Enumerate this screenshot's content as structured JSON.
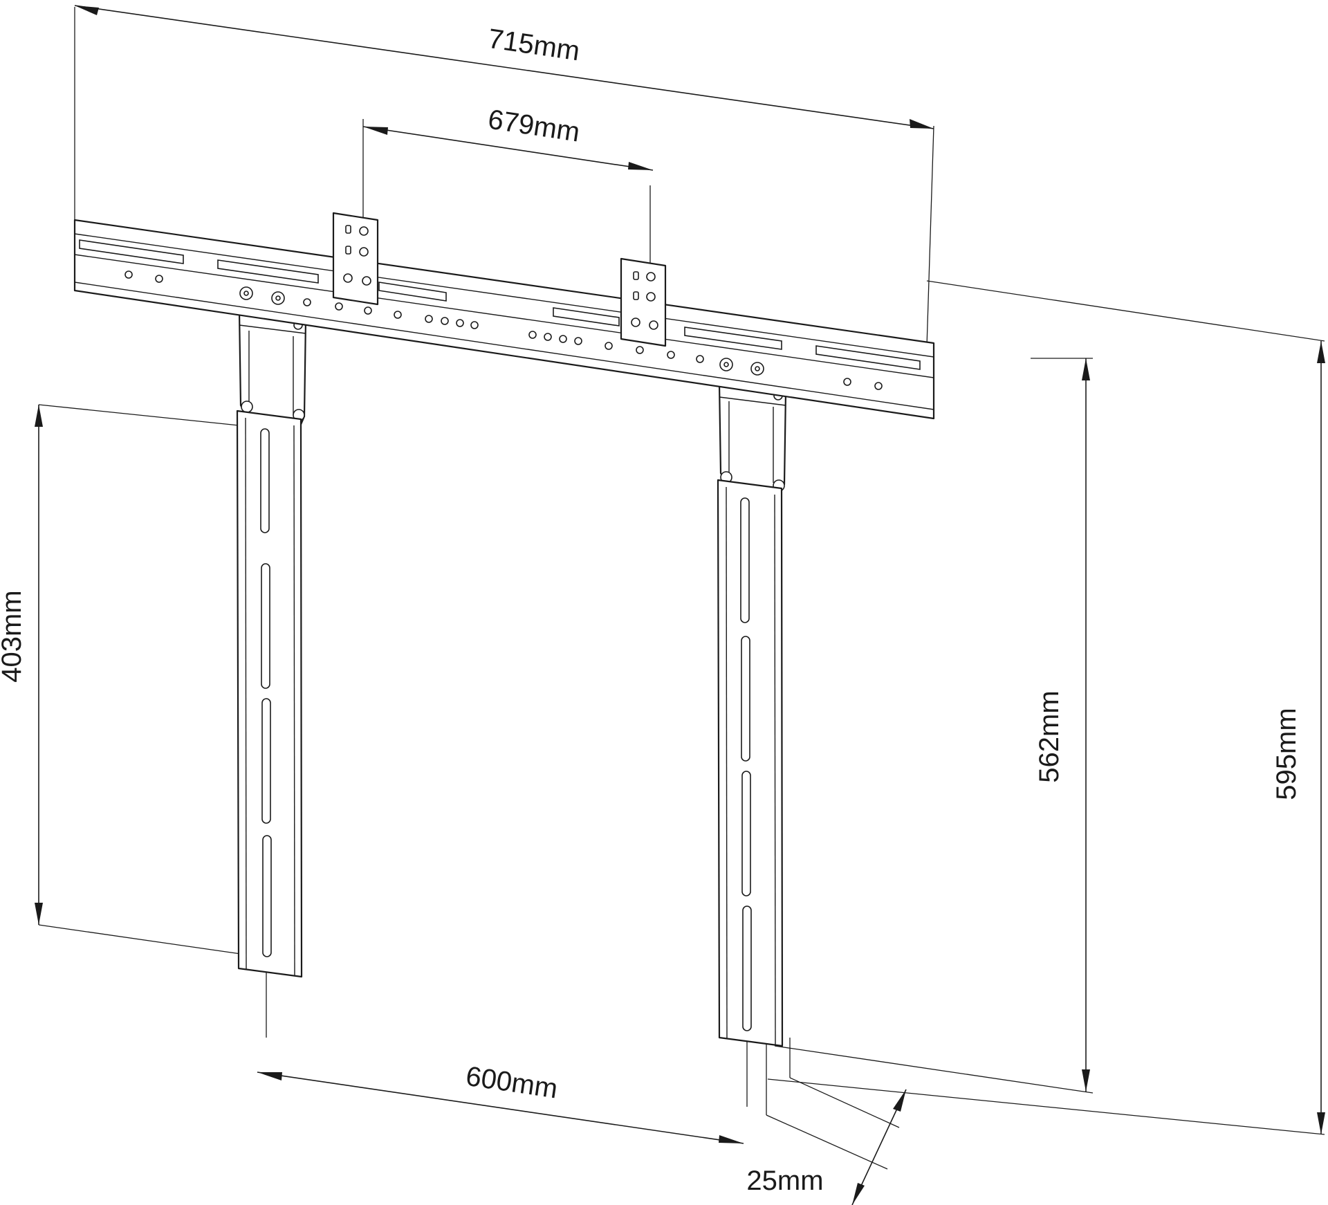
{
  "dimensions": {
    "width_total": "715mm",
    "width_inner": "679mm",
    "arm_spacing": "600mm",
    "arm_length": "403mm",
    "height_arm": "562mm",
    "height_total": "595mm",
    "depth": "25mm"
  },
  "colors": {
    "line": "#1a1a1a",
    "background": "#ffffff"
  }
}
